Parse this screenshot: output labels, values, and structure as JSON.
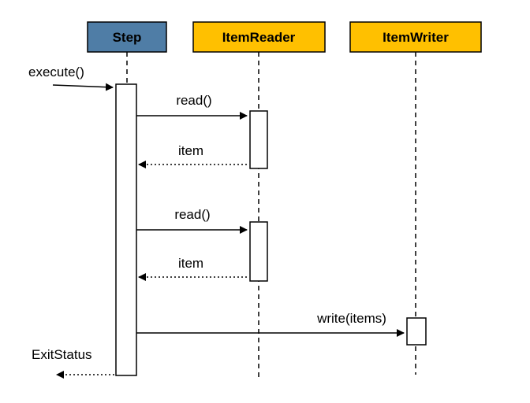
{
  "participants": {
    "step": {
      "label": "Step",
      "fill": "#4f7da6"
    },
    "reader": {
      "label": "ItemReader",
      "fill": "#ffc000"
    },
    "writer": {
      "label": "ItemWriter",
      "fill": "#ffc000"
    }
  },
  "messages": {
    "execute": "execute()",
    "read_1": "read()",
    "item_1": "item",
    "read_2": "read()",
    "item_2": "item",
    "write": "write(items)",
    "exit_status": "ExitStatus"
  }
}
